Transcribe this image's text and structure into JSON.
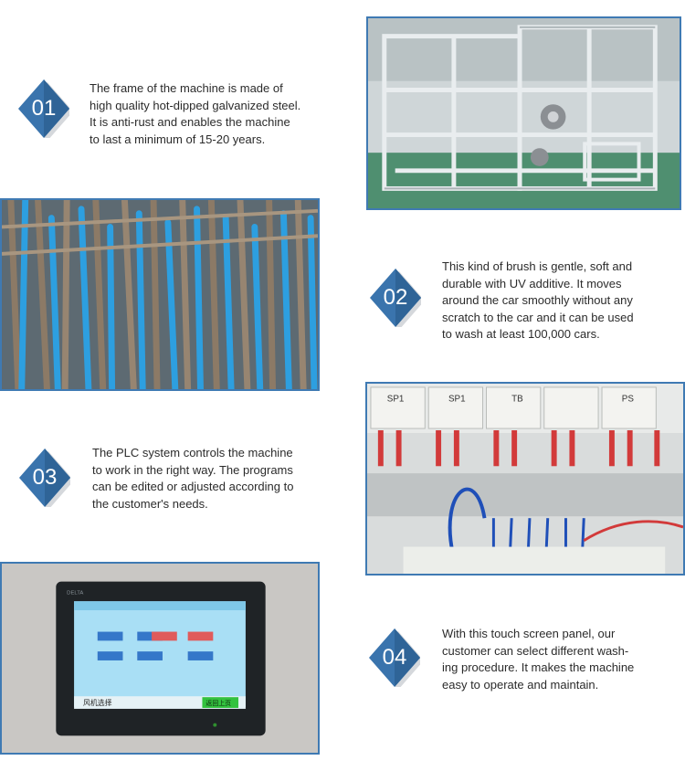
{
  "features": [
    {
      "number": "01",
      "text": "The frame of the machine is made of\nhigh quality hot-dipped galvanized steel.\nIt is anti-rust and enables the machine\nto last a minimum of 15-20 years."
    },
    {
      "number": "02",
      "text": "This kind of brush is gentle, soft and\ndurable with UV additive. It moves\naround the car smoothly without any\nscratch to the car and it can be used\nto wash at least 100,000 cars."
    },
    {
      "number": "03",
      "text": "The PLC system controls the machine\nto work in the right way. The programs\ncan be edited or adjusted according to\nthe customer's needs."
    },
    {
      "number": "04",
      "text": "With this touch screen panel, our\ncustomer can select different wash-\ning procedure. It makes the machine\neasy to operate and maintain."
    }
  ],
  "plc_labels": [
    "SP1",
    "SP1",
    "TB",
    "PS"
  ],
  "hmi": {
    "brand": "DELTA",
    "status_text": "风机选择",
    "button_label": "返回上页"
  },
  "colors": {
    "accent": "#3f7ab3",
    "badge_light": "#4d86bf",
    "badge_dark": "#2f6497",
    "text": "#2b2b2b"
  }
}
